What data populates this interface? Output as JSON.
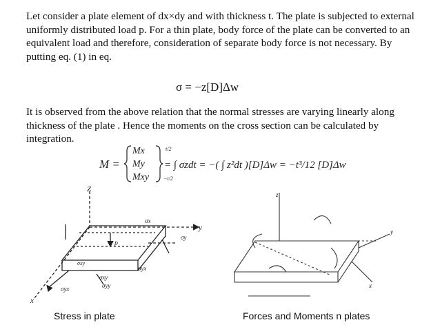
{
  "paragraph_1": "Let consider a plate element of dx×dy and with thickness t. The plate is subjected to external uniformly distributed load p. For a thin plate, body force of the plate can be converted to an equivalent load and therefore, consideration of separate body force is not necessary. By putting eq. (1) in eq.",
  "equation_1": "σ = −z[D]Δw",
  "paragraph_2": "It is observed from the above relation that the normal stresses are varying linearly along thickness of the plate . Hence the moments on the cross section can be calculated by integration.",
  "equation_2": {
    "lhs": "M =",
    "vector": [
      "Mx",
      "My",
      "Mxy"
    ],
    "text": "= ∫ σzdt = −( ∫ z²dt )[D]Δw = −t³/12 [D]Δw",
    "limit_upper": "t/2",
    "limit_lower": "−t/2"
  },
  "figure_left": {
    "axis_labels": [
      "Z",
      "y",
      "x",
      "p"
    ],
    "stress_labels": [
      "σx",
      "σy",
      "σxy",
      "σyx",
      "σxy",
      "σyy",
      "σyx"
    ]
  },
  "figure_right": {
    "labels": [
      "x",
      "y",
      "z"
    ]
  },
  "caption_left": "Stress in plate",
  "caption_right": "Forces and Moments n plates"
}
